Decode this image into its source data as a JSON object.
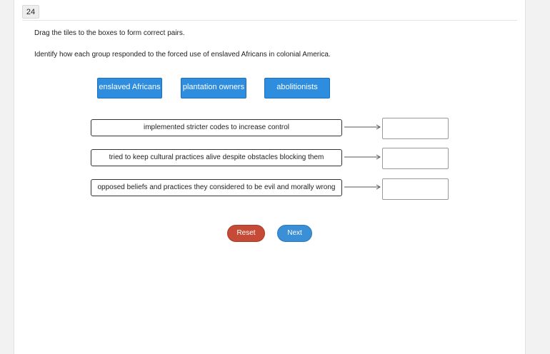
{
  "question": {
    "number": "24"
  },
  "instructions": {
    "line1": "Drag the tiles to the boxes to form correct pairs.",
    "line2": "Identify how each group responded to the forced use of enslaved Africans in colonial America."
  },
  "tiles": [
    {
      "label": "enslaved Africans"
    },
    {
      "label": "plantation owners"
    },
    {
      "label": "abolitionists"
    }
  ],
  "pairs": [
    {
      "prompt": "implemented stricter codes to increase control",
      "target": ""
    },
    {
      "prompt": "tried to keep cultural practices alive despite obstacles blocking them",
      "target": ""
    },
    {
      "prompt": "opposed beliefs and practices they considered to be evil and morally wrong",
      "target": ""
    }
  ],
  "buttons": {
    "reset": "Reset",
    "next": "Next"
  },
  "colors": {
    "tile": "#2f8de0",
    "reset": "#c64b36",
    "next": "#3a8fd6"
  }
}
